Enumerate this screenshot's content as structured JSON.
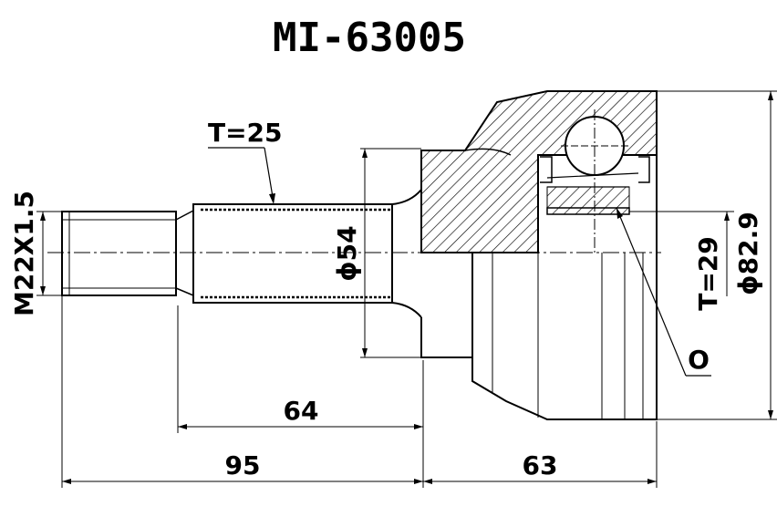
{
  "title": "MI-63005",
  "labels": {
    "thread_spec": "M22X1.5",
    "spline_teeth_shaft": "T=25",
    "spline_teeth_inner": "T=29",
    "shaft_diameter": "ϕ54",
    "outer_diameter": "ϕ82.9",
    "seal_ring": "O",
    "length_64": "64",
    "length_95": "95",
    "length_63": "63"
  }
}
